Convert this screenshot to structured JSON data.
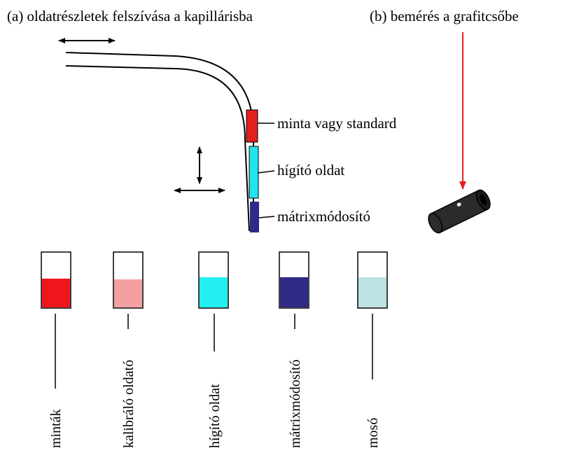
{
  "titles": {
    "a": "(a) oldatrészletek felszívása a kapillárisba",
    "b": "(b) bemérés a grafitcsőbe"
  },
  "capillary_segments": [
    {
      "label": "minta vagy standard",
      "color": "#e41e1e"
    },
    {
      "label": "hígító oldat",
      "color": "#22e3ee"
    },
    {
      "label": "mátrixmódosító",
      "color": "#2e2a86"
    }
  ],
  "vessels": [
    {
      "label": "minták",
      "color": "#f0141c"
    },
    {
      "label": "kalibráló oldató",
      "color": "#f4a0a0"
    },
    {
      "label": "hígító oldat",
      "color": "#22f0f0"
    },
    {
      "label": "mátrixmódosító",
      "color": "#2e2a86"
    },
    {
      "label": "mosó",
      "color": "#bde3e3"
    }
  ],
  "colors": {
    "arrow_red": "#e41e1e",
    "tube_body": "#2b2b2b",
    "outline": "#000000"
  },
  "icons": {
    "motion_horizontal": "double-arrow-horizontal",
    "motion_vertical": "double-arrow-vertical",
    "furnace": "graphite-tube"
  }
}
